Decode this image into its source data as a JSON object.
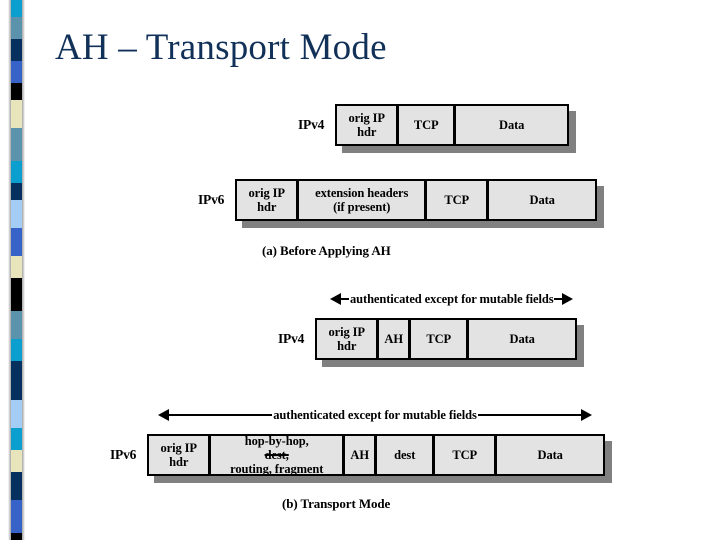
{
  "slide": {
    "title": "AH – Transport Mode",
    "title_color": "#123158",
    "background": "#ffffff"
  },
  "sidebar": {
    "name": "decorative-color-strip",
    "blocks": [
      {
        "color": "#0b9fd0",
        "height": 17
      },
      {
        "color": "#5b93ad",
        "height": 22
      },
      {
        "color": "#06305e",
        "height": 22
      },
      {
        "color": "#3763c8",
        "height": 22
      },
      {
        "color": "#000000",
        "height": 17
      },
      {
        "color": "#e8e5bd",
        "height": 28
      },
      {
        "color": "#5b93ad",
        "height": 33
      },
      {
        "color": "#0b9fd0",
        "height": 22
      },
      {
        "color": "#06305e",
        "height": 17
      },
      {
        "color": "#a3cdf4",
        "height": 28
      },
      {
        "color": "#3763c8",
        "height": 28
      },
      {
        "color": "#e8e5bd",
        "height": 22
      },
      {
        "color": "#000000",
        "height": 33
      },
      {
        "color": "#5b93ad",
        "height": 28
      },
      {
        "color": "#0b9fd0",
        "height": 22
      },
      {
        "color": "#06305e",
        "height": 39
      },
      {
        "color": "#a3cdf4",
        "height": 28
      },
      {
        "color": "#0b9fd0",
        "height": 22
      },
      {
        "color": "#e8e5bd",
        "height": 22
      },
      {
        "color": "#06305e",
        "height": 28
      },
      {
        "color": "#3763c8",
        "height": 33
      },
      {
        "color": "#000000",
        "height": 17
      }
    ]
  },
  "figure": {
    "box_fill": "#e3e3e3",
    "box_border": "#000000",
    "shadow_color": "#808080",
    "rows": [
      {
        "id": "ipv4-before",
        "label": "IPv4",
        "cells": [
          {
            "name": "orig-ip-hdr",
            "line1": "orig IP",
            "line2": "hdr"
          },
          {
            "name": "tcp",
            "line1": "TCP"
          },
          {
            "name": "data",
            "line1": "Data"
          }
        ]
      },
      {
        "id": "ipv6-before",
        "label": "IPv6",
        "cells": [
          {
            "name": "orig-ip-hdr",
            "line1": "orig IP",
            "line2": "hdr"
          },
          {
            "name": "extension-headers",
            "line1": "extension headers",
            "line2": "(if present)"
          },
          {
            "name": "tcp",
            "line1": "TCP"
          },
          {
            "name": "data",
            "line1": "Data"
          }
        ]
      },
      {
        "id": "ipv4-after",
        "label": "IPv4",
        "cells": [
          {
            "name": "orig-ip-hdr",
            "line1": "orig IP",
            "line2": "hdr"
          },
          {
            "name": "ah",
            "line1": "AH"
          },
          {
            "name": "tcp",
            "line1": "TCP"
          },
          {
            "name": "data",
            "line1": "Data"
          }
        ]
      },
      {
        "id": "ipv6-after",
        "label": "IPv6",
        "cells": [
          {
            "name": "orig-ip-hdr",
            "line1": "orig IP",
            "line2": "hdr"
          },
          {
            "name": "hop-by-hop-routing-fragment",
            "line1": "hop-by-hop,",
            "line1b": "dest,",
            "line2": "routing, fragment"
          },
          {
            "name": "ah",
            "line1": "AH"
          },
          {
            "name": "dest",
            "line1": "dest"
          },
          {
            "name": "tcp",
            "line1": "TCP"
          },
          {
            "name": "data",
            "line1": "Data"
          }
        ]
      }
    ],
    "annotations": [
      {
        "id": "auth-scope-ipv4",
        "text": "authenticated except for mutable fields"
      },
      {
        "id": "auth-scope-ipv6",
        "text": "authenticated except for mutable fields"
      }
    ],
    "captions": [
      {
        "id": "caption-a",
        "text": "(a) Before Applying AH"
      },
      {
        "id": "caption-b",
        "text": "(b) Transport Mode"
      }
    ]
  }
}
